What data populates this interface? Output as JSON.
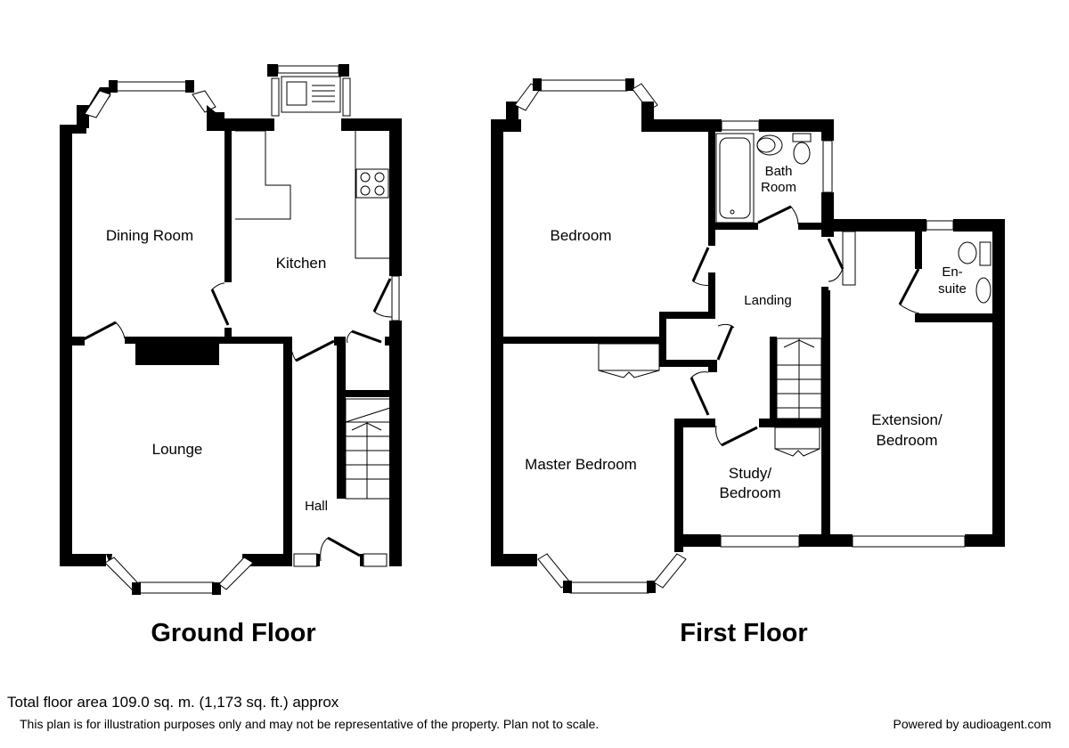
{
  "floors": [
    {
      "title": "Ground Floor",
      "rooms": [
        {
          "name": "Dining Room"
        },
        {
          "name": "Kitchen"
        },
        {
          "name": "Lounge"
        },
        {
          "name": "Hall"
        }
      ]
    },
    {
      "title": "First Floor",
      "rooms": [
        {
          "name": "Bedroom"
        },
        {
          "name": "Bath",
          "name2": "Room"
        },
        {
          "name": "Landing"
        },
        {
          "name": "En-",
          "name2": "suite"
        },
        {
          "name": "Extension/",
          "name2": "Bedroom"
        },
        {
          "name": "Master Bedroom"
        },
        {
          "name": "Study/",
          "name2": "Bedroom"
        }
      ]
    }
  ],
  "footer": {
    "total_area": "Total floor area 109.0 sq. m. (1,173 sq. ft.) approx",
    "disclaimer": "This plan is for illustration purposes only and may not be representative of the property. Plan not to scale.",
    "powered_by": "Powered by audioagent.com"
  }
}
